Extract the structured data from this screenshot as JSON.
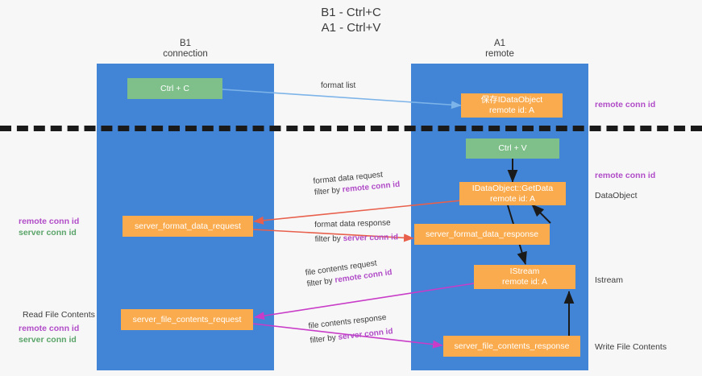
{
  "diagram": {
    "title_line1": "B1 - Ctrl+C",
    "title_line2": "A1 - Ctrl+V",
    "colors": {
      "background": "#f7f7f7",
      "lane": "#4285d6",
      "green_box": "#7fc08a",
      "orange_box": "#f9ab4e",
      "remote_conn_id": "#b14cc8",
      "server_conn_id": "#5aa469",
      "arrow_blue": "#7cb3e8",
      "arrow_red": "#e8604c",
      "arrow_magenta": "#c83cc8",
      "arrow_black": "#1a1a1a",
      "divider": "#1a1a1a"
    },
    "lanes": [
      {
        "id": "b1",
        "header_line1": "B1",
        "header_line2": "connection"
      },
      {
        "id": "a1",
        "header_line1": "A1",
        "header_line2": "remote"
      }
    ],
    "nodes": [
      {
        "id": "ctrl-c",
        "label_line1": "Ctrl + C",
        "label_line2": "",
        "style": "green"
      },
      {
        "id": "save-idataobject",
        "label_line1": "保存IDataObject",
        "label_line2": "remote id: A",
        "style": "orange"
      },
      {
        "id": "ctrl-v",
        "label_line1": "Ctrl + V",
        "label_line2": "",
        "style": "green"
      },
      {
        "id": "idataobject-getdata",
        "label_line1": "IDataObject::GetData",
        "label_line2": "remote id: A",
        "style": "orange"
      },
      {
        "id": "server-format-data-request",
        "label_line1": "server_format_data_request",
        "label_line2": "",
        "style": "orange"
      },
      {
        "id": "server-format-data-response",
        "label_line1": "server_format_data_response",
        "label_line2": "",
        "style": "orange"
      },
      {
        "id": "istream",
        "label_line1": "IStream",
        "label_line2": "remote id: A",
        "style": "orange"
      },
      {
        "id": "server-file-contents-request",
        "label_line1": "server_file_contents_request",
        "label_line2": "",
        "style": "orange"
      },
      {
        "id": "server-file-contents-response",
        "label_line1": "server_file_contents_response",
        "label_line2": "",
        "style": "orange"
      }
    ],
    "edge_labels": [
      {
        "id": "format-list",
        "line1_plain": "format list",
        "line2_plain": "",
        "line2_tag": ""
      },
      {
        "id": "format-data-request",
        "line1_plain": "format data request",
        "line2_plain": "filter by",
        "line2_tag": "remote conn id",
        "tag_color": "purple"
      },
      {
        "id": "format-data-response",
        "line1_plain": "format data response",
        "line2_plain": "filter by",
        "line2_tag": "server conn id",
        "tag_color": "purple"
      },
      {
        "id": "file-contents-request",
        "line1_plain": "file contents request",
        "line2_plain": "filter by",
        "line2_tag": "remote conn id",
        "tag_color": "purple"
      },
      {
        "id": "file-contents-response",
        "line1_plain": "file contents response",
        "line2_plain": "filter by",
        "line2_tag": "server conn id",
        "tag_color": "purple"
      }
    ],
    "annotations": {
      "right_top_remote_conn_id": "remote conn id",
      "right_mid_remote_conn_id": "remote conn id",
      "right_dataobject": "DataObject",
      "right_istream": "Istream",
      "right_write_file_contents": "Write File Contents",
      "left_remote_conn_id_1": "remote conn id",
      "left_server_conn_id_1": "server conn id",
      "left_read_file_contents": "Read File Contents",
      "left_remote_conn_id_2": "remote conn id",
      "left_server_conn_id_2": "server conn id"
    }
  }
}
